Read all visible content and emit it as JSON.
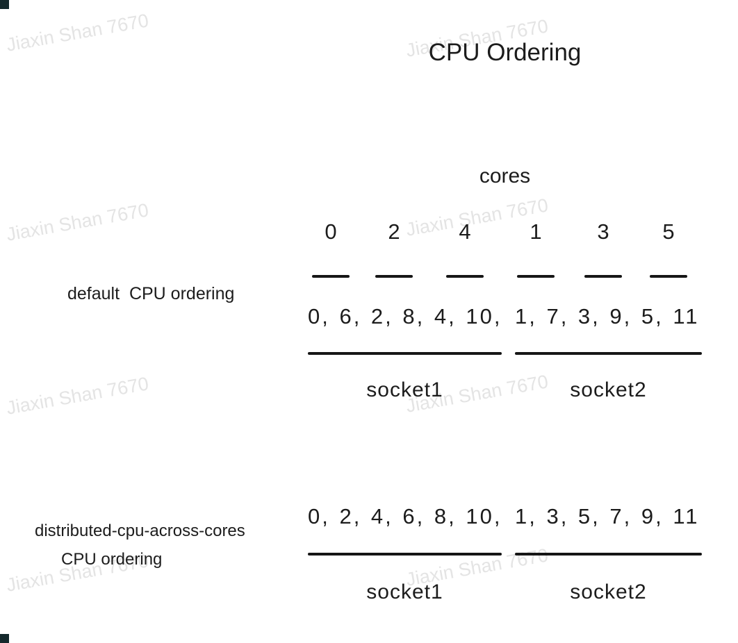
{
  "title": "CPU Ordering",
  "watermark": {
    "text": "Jiaxin Shan 7670",
    "color": "#e4e4e4"
  },
  "cores": {
    "label": "cores",
    "ids": [
      "0",
      "2",
      "4",
      "1",
      "3",
      "5"
    ]
  },
  "default_ordering": {
    "label": "default  CPU ordering",
    "socket1_cpus": "0, 6, 2, 8, 4, 10,",
    "socket2_cpus": "1, 7, 3, 9, 5, 11",
    "socket1_label": "socket1",
    "socket2_label": "socket2"
  },
  "distributed_ordering": {
    "label_line1": "distributed-cpu-across-cores",
    "label_line2": "CPU ordering",
    "socket1_cpus": "0, 2, 4, 6, 8, 10,",
    "socket2_cpus": "1, 3, 5, 7, 9, 11",
    "socket1_label": "socket1",
    "socket2_label": "socket2"
  },
  "colors": {
    "ink": "#1c1c1c",
    "line": "#161616",
    "watermark": "#e4e4e4"
  }
}
